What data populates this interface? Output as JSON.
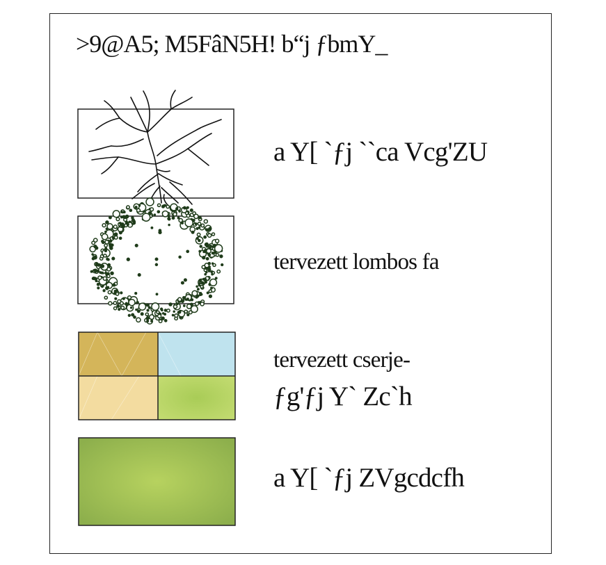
{
  "legend": {
    "title": ">9@A5; M5FâN5H!  b“j ƒbmY_",
    "items": [
      {
        "label_lines": [
          "a Y[ `ƒj   ``ca Vcg'ZU"
        ],
        "symbol": "existing-tree-branches",
        "colors": {
          "stroke": "#111111",
          "fill": "#ffffff"
        }
      },
      {
        "label_lines": [
          "tervezett lombos fa"
        ],
        "symbol": "planned-deciduous-tree-dots",
        "colors": {
          "stroke": "#1f3b1a",
          "fill": "#ffffff"
        }
      },
      {
        "label_lines": [
          "tervezett cserje-",
          "ƒg'ƒj Y` Zc`h"
        ],
        "symbol": "shrub-quad-swatch",
        "colors": {
          "top_left": "#d4b55a",
          "top_right": "#bfe3ee",
          "bottom_left": "#f3dca0",
          "bottom_right": "#b6d466",
          "stroke": "#222222"
        }
      },
      {
        "label_lines": [
          "a Y[ `ƒj   ZVgcdcfh"
        ],
        "symbol": "lawn-gradient-swatch",
        "colors": {
          "center": "#b4cf5d",
          "edge": "#8cb04c",
          "stroke": "#222222"
        }
      }
    ]
  }
}
